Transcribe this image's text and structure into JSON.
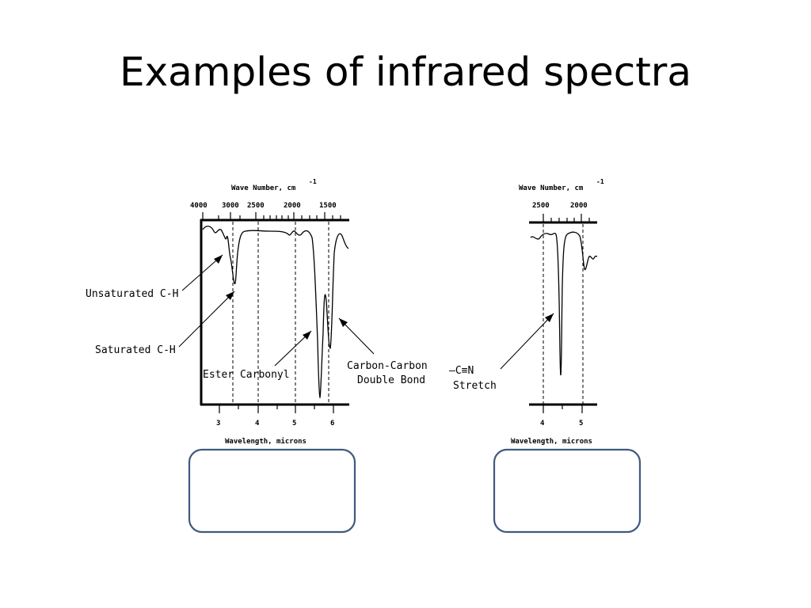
{
  "slide": {
    "title": "Examples of infrared spectra"
  },
  "colors": {
    "answer_box_border": "#3f5a7f",
    "line": "#000000"
  },
  "chart_data": [
    {
      "type": "line",
      "top_axis_label": "Wave Number, cm",
      "top_axis_label_superscript": "-1",
      "bottom_axis_label": "Wavelength, microns",
      "top_ticks": [
        "4000",
        "3000",
        "2500",
        "2000",
        "1500"
      ],
      "bottom_ticks": [
        "3",
        "4",
        "5",
        "6"
      ],
      "xlim_microns": [
        2.5,
        6.4
      ],
      "annotations": [
        {
          "name": "unsaturated-ch",
          "text": "Unsaturated C-H",
          "x": 3.25
        },
        {
          "name": "saturated-ch",
          "text": "Saturated C-H",
          "x": 3.4
        },
        {
          "name": "ester-carbonyl",
          "text": "Ester Carbonyl",
          "x": 5.75
        },
        {
          "name": "cc-double-bond",
          "text_lines": [
            "Carbon-Carbon",
            "Double Bond"
          ],
          "x": 6.1
        }
      ],
      "dashed_guides_microns": [
        3.35,
        4.0,
        5.0,
        5.85
      ]
    },
    {
      "type": "line",
      "top_axis_label": "Wave Number, cm",
      "top_axis_label_superscript": "-1",
      "bottom_axis_label": "Wavelength, microns",
      "top_ticks": [
        "2500",
        "2000"
      ],
      "bottom_ticks": [
        "4",
        "5"
      ],
      "xlim_microns": [
        3.7,
        5.3
      ],
      "annotations": [
        {
          "name": "cn-stretch",
          "text_lines": [
            "—C≡N",
            "Stretch"
          ],
          "x": 4.5
        }
      ],
      "dashed_guides_microns": [
        4.0,
        5.0
      ]
    }
  ]
}
